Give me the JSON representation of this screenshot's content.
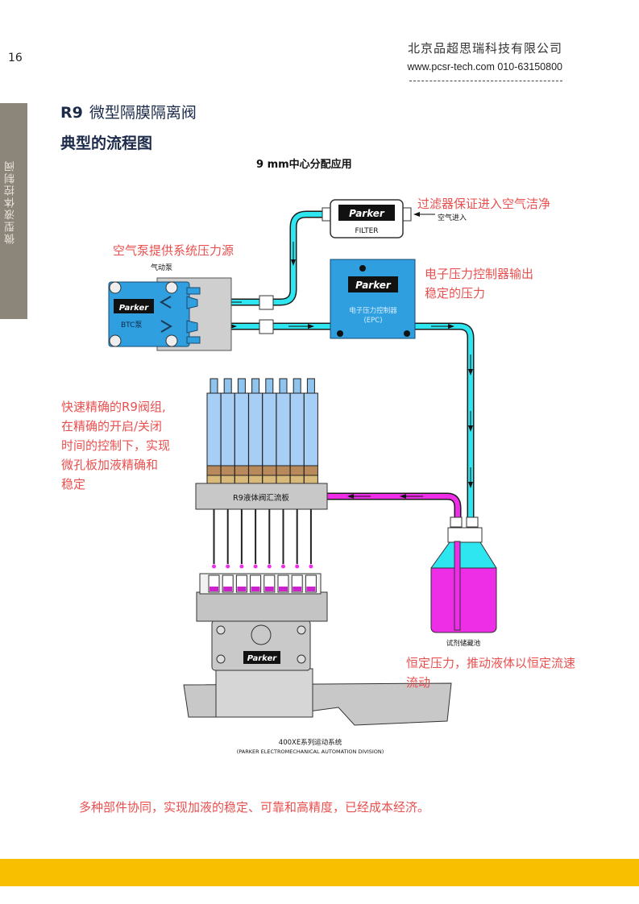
{
  "header": {
    "page_number": "16",
    "company": "北京品超思瑞科技有限公司",
    "contact": "www.pcsr-tech.com 010-63150800"
  },
  "side_tab": {
    "label": "微型液体控制阀",
    "color": "#8c857a"
  },
  "titles": {
    "product_code": "R9",
    "product_name": "微型隔膜隔离阀",
    "section": "典型的流程图"
  },
  "diagram": {
    "title": "9 mm中心分配应用",
    "brand": "Parker",
    "components": {
      "filter": {
        "label": "FILTER",
        "inlet_label": "空气进入"
      },
      "pump": {
        "caption": "气动泵",
        "label": "BTC泵"
      },
      "epc": {
        "label_line1": "电子压力控制器",
        "label_line2": "(EPC)"
      },
      "manifold": {
        "label": "R9液体阀汇流板"
      },
      "reservoir": {
        "label": "试剂储藏池"
      },
      "motion": {
        "label_line1": "400XE系列运动系统",
        "label_line2": "(PARKER ELECTROMECHANICAL AUTOMATION DIVISION)"
      }
    },
    "valve_count": 8,
    "annotations": {
      "filter_note": "过滤器保证进入空气洁净",
      "pump_note": "空气泵提供系统压力源",
      "epc_note_line1": "电子压力控制器输出",
      "epc_note_line2": "稳定的压力",
      "valve_note_lines": [
        "快速精确的R9阀组,",
        "在精确的开启/关闭",
        "时间的控制下，实现",
        "微孔板加液精确和",
        "稳定"
      ],
      "reservoir_note_line1": "恒定压力，推动液体以恒定流速",
      "reservoir_note_line2": "流动"
    },
    "colors": {
      "air_line": "#2ee6f0",
      "liquid_line": "#ee2ee6",
      "device_blue": "#2f9fe0",
      "annotation_red": "#e8504f"
    }
  },
  "footer": {
    "note": "多种部件协同，实现加液的稳定、可靠和高精度，已经成本经济。",
    "bar_color": "#f8bf00"
  }
}
